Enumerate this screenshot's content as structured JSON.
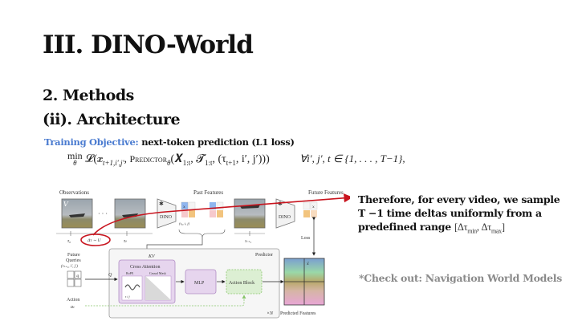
{
  "slide": {
    "title": "III. DINO-World",
    "section": "2. Methods",
    "subsection": "(ii). Architecture",
    "objective_label": "Training Objective:",
    "objective_text": " next-token prediction (L1 loss)",
    "formula": {
      "min": "min",
      "min_sub": "θ",
      "loss_head": "𝓛(𝒙",
      "loss_sub": "t+1,i′,j′",
      "predictor": "Predictor",
      "predictor_sub": "θ",
      "args": "(𝑿",
      "args_sub1": "1:t",
      "args_mid": ", 𝓣",
      "args_sub2": "1:t",
      "args_tail": ", (τ",
      "tau_sub": "t+1",
      "args_end": ", i′, j′)))",
      "forall": "∀i′, j′, t ∈ {1, . . . , T−1},"
    },
    "note_line1": "Therefore, for every video, we sample",
    "note_line2": "T −1 time deltas uniformly from a",
    "note_line3": "predefined range ",
    "note_math": "[Δτ",
    "note_math_sub1": "min",
    "note_math_mid": ", Δτ",
    "note_math_sub2": "max",
    "note_math_end": "]",
    "checkout": "*Check out: Navigation World Models"
  },
  "diagram": {
    "observations_label": "Observations",
    "past_features_label": "Past Features",
    "future_features_label": "Future Features",
    "video_symbol": "V",
    "ellipsis": "· · ·",
    "dino_label": "DINO",
    "tau0": "τ₀",
    "taut": "τₜ",
    "taut1": "τₜ₊₁",
    "delta_label": "Δτ ∼ U",
    "feature_coord": "(τ₀, i, j)",
    "feature_x": "x",
    "kv_label": "KV",
    "q_label": "Q",
    "future_queries_label": "Future",
    "future_queries_label2": "Queries",
    "future_queries_coord": "(τₜ₊₁, i′, j′)",
    "query_q": "q",
    "action_label": "Action",
    "action_symbol": "aₜ",
    "predictor_label": "Predictor",
    "cross_attention_label": "Cross Attention",
    "rope_label": "RoPE",
    "rope_axes": "τ  i  j",
    "causal_mask_label": "Causal Mask",
    "mlp_label": "MLP",
    "action_block_label": "Action Block",
    "repeat_label": "×N",
    "loss_label": "Loss",
    "predicted_features_label": "Predicted Features",
    "predicted_x_hat": "x̂",
    "colors": {
      "highlight_red": "#c8141e",
      "blue_token": "#8fb6f0",
      "pink_token": "#f6c9cc",
      "orange_token": "#f2c47e",
      "purple_block": "#e6d5ee",
      "purple_border": "#b18cc4",
      "green_block": "#dcefd3",
      "green_dash": "#88c56a",
      "accent_blue": "#4a7bd0"
    }
  }
}
